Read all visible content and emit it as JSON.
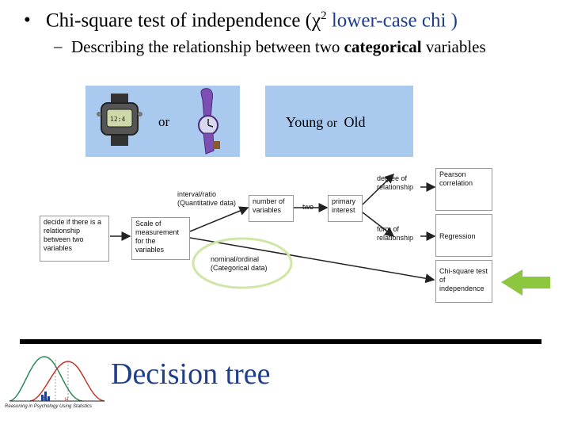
{
  "slide": {
    "bullet": "•",
    "line1_pre": "Chi-square test of independence (",
    "line1_chi": "χ",
    "line1_sup": "2",
    "line1_post": " lower-case chi )",
    "dash": "–",
    "line2_pre": "Describing the relationship between two ",
    "line2_bold": "categorical",
    "line2_post": " variables",
    "panel1_or": "or",
    "panel2_young": "Young",
    "panel2_or": "or",
    "panel2_old": "Old",
    "title": "Decision tree",
    "logo_caption": "Reasoning in Psychology Using Statistics",
    "logo_x1": "X₁",
    "logo_mu": "μ"
  },
  "tree": {
    "decide": "decide if there is a relationship between two variables",
    "scale": "Scale of measurement for the variables",
    "interval": "interval/ratio (Quantitative data)",
    "nominal": "nominal/ordinal (Categorical data)",
    "number": "number of variables",
    "two": "two",
    "primary": "primary interest",
    "degree": "degree of relationship",
    "form": "form of relationship",
    "pearson": "Pearson correlation",
    "regression": "Regression",
    "chisq": "Chi-square test of independence"
  },
  "colors": {
    "panel": "#a9c9ef",
    "arrow": "#8dc63f",
    "highlight_circle": "#cfe6a5",
    "title": "#1f3f8a"
  }
}
